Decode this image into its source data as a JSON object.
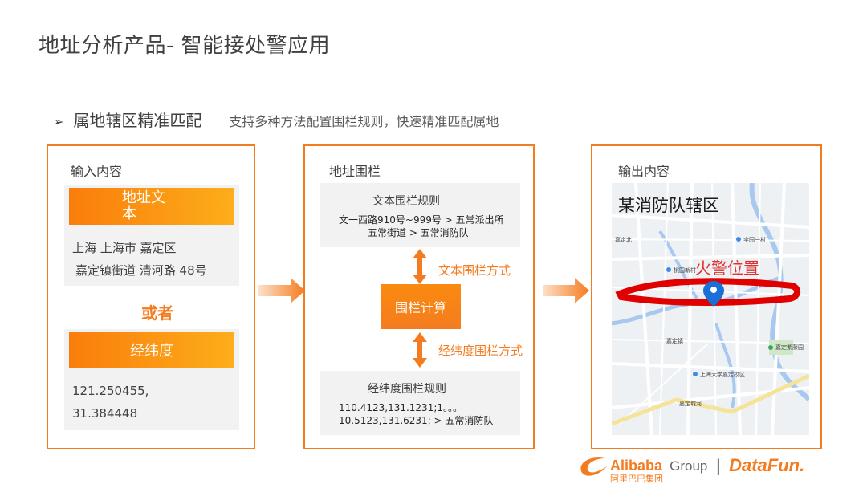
{
  "slide": {
    "title": "地址分析产品- 智能接处警应用"
  },
  "subtitle": {
    "bullet": "➢",
    "main": "属地辖区精准匹配",
    "description": "支持多种方法配置围栏规则，快速精准匹配属地"
  },
  "input_panel": {
    "label": "输入内容",
    "text_bar": "地址文本",
    "address_lines": [
      "上海 上海市 嘉定区",
      "嘉定镇街道 清河路 48号"
    ],
    "or": "或者",
    "coord_bar": "经纬度",
    "coord_lines": [
      "121.250455,",
      "31.384448"
    ]
  },
  "fence_panel": {
    "label": "地址围栏",
    "text_rule_title": "文本围栏规则",
    "text_rule_lines": [
      "文一西路910号~999号 > 五常派出所",
      "五常街道 > 五常消防队"
    ],
    "text_method": "文本围栏方式",
    "calc": "围栏计算",
    "coord_method": "经纬度围栏方式",
    "coord_rule_title": "经纬度围栏规则",
    "coord_rule_lines": [
      "110.4123,131.1231;1。。。",
      "10.5123,131.6231; > 五常消防队"
    ]
  },
  "output_panel": {
    "label": "输出内容",
    "map_title": "某消防队辖区",
    "map_annotation": "火警位置",
    "map_labels": {
      "jiading_north": "嘉定北",
      "liyuan": "李园一村",
      "taoyuan": "桃园新村",
      "jiading_town": "嘉定镇",
      "ziwei": "嘉定紫藤园",
      "campus": "上海大学嘉定校区",
      "jiading_road": "嘉定城河"
    }
  },
  "logos": {
    "alibaba": "Alibaba",
    "group": "Group",
    "alibaba_cn": "阿里巴巴集团",
    "separator": "|",
    "datafun": "DataFun."
  }
}
